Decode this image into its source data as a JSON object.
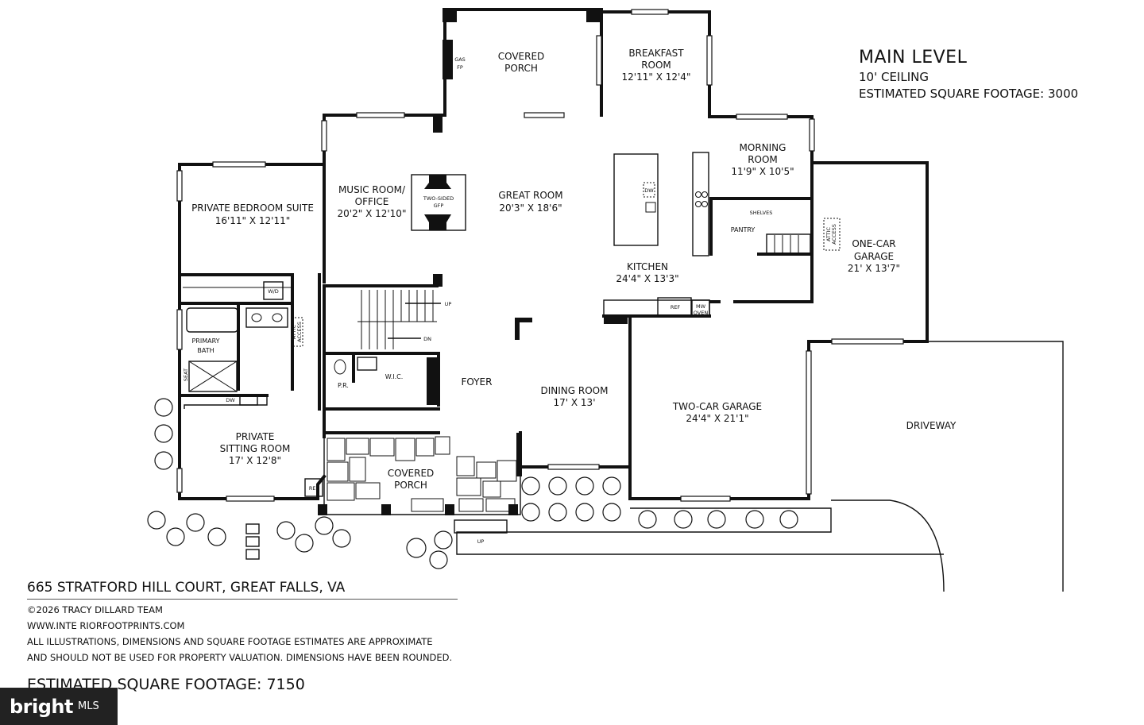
{
  "header": {
    "title": "MAIN LEVEL",
    "ceiling": "10' CEILING",
    "sqft": "ESTIMATED SQUARE FOOTAGE: 3000"
  },
  "rooms": {
    "covered_porch_back": [
      "COVERED",
      "PORCH"
    ],
    "breakfast": [
      "BREAKFAST",
      "ROOM",
      "12'11\" X 12'4\""
    ],
    "morning": [
      "MORNING",
      "ROOM",
      "11'9\" X 10'5\""
    ],
    "great_room": [
      "GREAT ROOM",
      "20'3\" X 18'6\""
    ],
    "music": [
      "MUSIC ROOM/",
      "OFFICE",
      "20'2\" X 12'10\""
    ],
    "private_bedroom": [
      "PRIVATE BEDROOM SUITE",
      "16'11\" X 12'11\""
    ],
    "kitchen": [
      "KITCHEN",
      "24'4\" X 13'3\""
    ],
    "pantry": "PANTRY",
    "shelves": "SHELVES",
    "one_car": [
      "ONE-CAR",
      "GARAGE",
      "21' X 13'7\""
    ],
    "primary_bath": [
      "PRIMARY",
      "BATH"
    ],
    "foyer": "FOYER",
    "dining": [
      "DINING ROOM",
      "17' X 13'"
    ],
    "two_car": [
      "TWO-CAR GARAGE",
      "24'4\" X 21'1\""
    ],
    "driveway": "DRIVEWAY",
    "sitting": [
      "PRIVATE",
      "SITTING ROOM",
      "17' X 12'8\""
    ],
    "covered_porch_front": [
      "COVERED",
      "PORCH"
    ],
    "pr": "P.R.",
    "wic": "W.I.C."
  },
  "fixtures": {
    "gas_fp": [
      "GAS",
      "FP"
    ],
    "two_sided": [
      "TWO-SIDED",
      "GFP"
    ],
    "dw": "DW",
    "ref": "REF",
    "mw": [
      "MW",
      "OVEN"
    ],
    "wd": "W/D",
    "attic": [
      "ATTIC",
      "ACCESS"
    ],
    "seat": "SEAT",
    "up": "UP",
    "dn": "DN"
  },
  "footer": {
    "address": "665 STRATFORD HILL COURT, GREAT FALLS, VA",
    "copyright": "©2026 TRACY DILLARD TEAM",
    "website": "WWW.INTE RIORFOOTPRINTS.COM",
    "disclaimer1": "ALL ILLUSTRATIONS, DIMENSIONS AND SQUARE FOOTAGE ESTIMATES ARE APPROXIMATE",
    "disclaimer2": "AND  SHOULD NOT BE USED FOR PROPERTY VALUATION. DIMENSIONS HAVE BEEN ROUNDED.",
    "total_sqft": "ESTIMATED SQUARE FOOTAGE: 7150"
  },
  "watermark": {
    "brand": "bright",
    "suffix": "MLS"
  }
}
